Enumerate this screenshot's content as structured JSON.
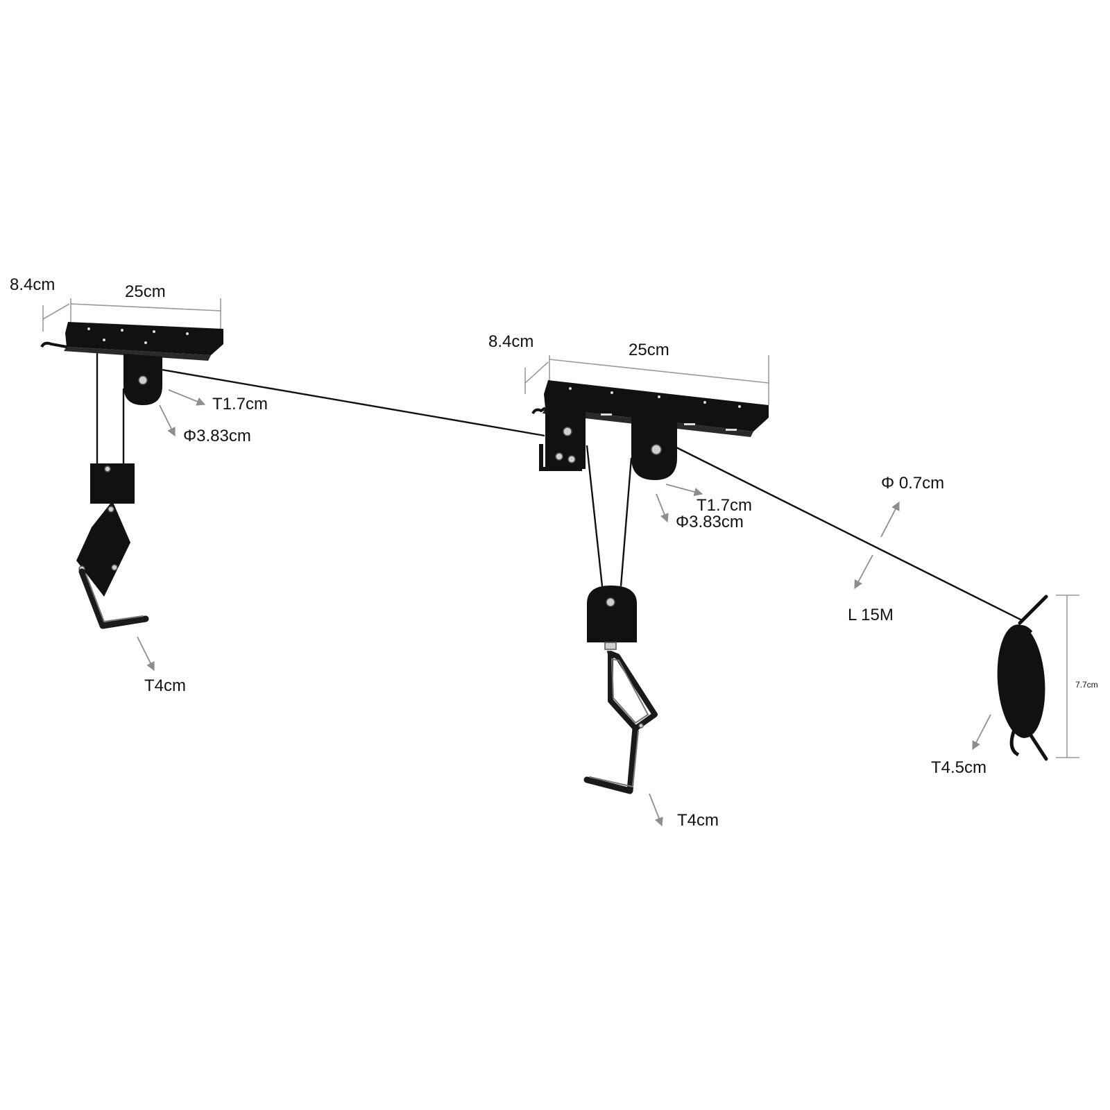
{
  "labels": {
    "left_depth": "8.4cm",
    "left_width": "25cm",
    "left_pulley_thickness": "T1.7cm",
    "left_pulley_diameter": "Φ3.83cm",
    "left_hook_thickness": "T4cm",
    "mid_depth": "8.4cm",
    "mid_width": "25cm",
    "mid_pulley_thickness": "T1.7cm",
    "mid_pulley_diameter": "Φ3.83cm",
    "mid_hook_thickness": "T4cm",
    "rope_diameter": "Φ 0.7cm",
    "rope_length": "L 15M",
    "cleat_height": "7.7cm",
    "cleat_thickness": "T4.5cm"
  },
  "colors": {
    "metal": "#111111",
    "dimension_line": "#999999",
    "arrow": "#8e8e8e",
    "text": "#111111"
  }
}
